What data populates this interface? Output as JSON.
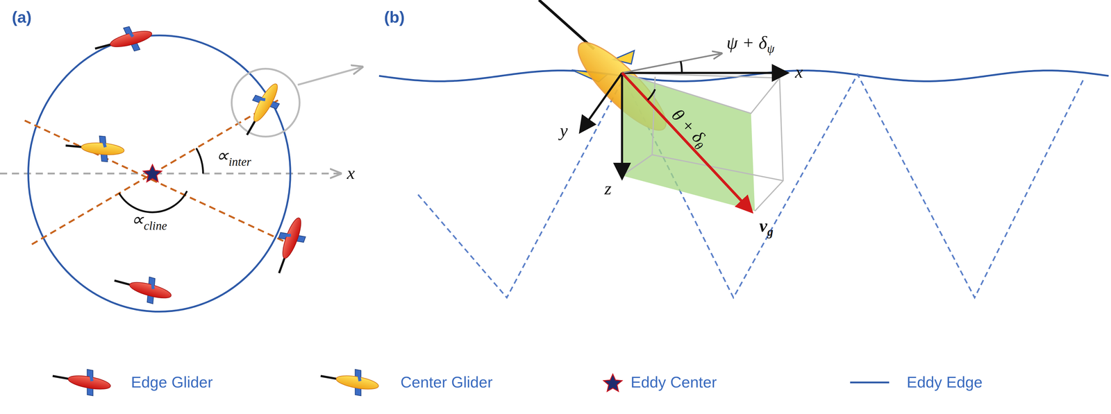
{
  "diagram": {
    "labels": [
      "(a)",
      "(b)",
      "x",
      "∝",
      "inter",
      "∝",
      "cline",
      "ψ + δ",
      "ψ",
      "x",
      "y",
      "z",
      "θ + δ",
      "θ",
      "v",
      "g"
    ],
    "legend": [
      {
        "text": "Edge Glider"
      },
      {
        "text": "Center Glider"
      },
      {
        "text": "Eddy Center"
      },
      {
        "text": "Eddy Edge"
      }
    ]
  }
}
